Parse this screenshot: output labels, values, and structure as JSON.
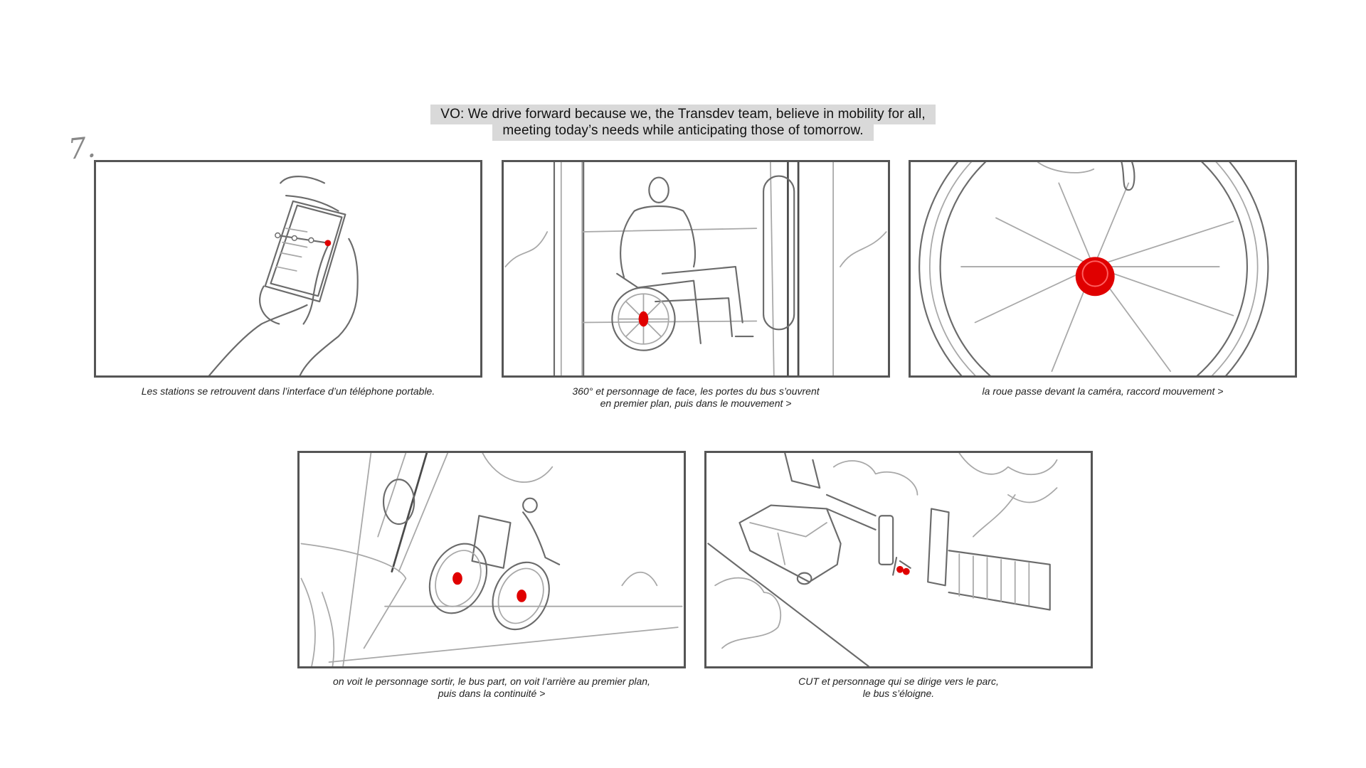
{
  "voiceover": {
    "line1": "VO: We drive forward because we, the Transdev team, believe in mobility for all,",
    "line2": "meeting today’s needs while anticipating those of tomorrow."
  },
  "scene_number": "7.",
  "accent_color": "#e00000",
  "panels": [
    {
      "caption_line1": "Les stations se retrouvent dans l’interface d’un téléphone portable.",
      "caption_line2": ""
    },
    {
      "caption_line1": "360° et personnage de face, les portes du bus s’ouvrent",
      "caption_line2": "en premier plan, puis dans le mouvement >"
    },
    {
      "caption_line1": "la roue passe devant la caméra, raccord mouvement >",
      "caption_line2": ""
    },
    {
      "caption_line1": "on voit le personnage sortir, le bus part, on voit l’arrière au premier plan,",
      "caption_line2": "puis dans la continuité >"
    },
    {
      "caption_line1": "CUT et personnage qui se dirige vers le parc,",
      "caption_line2": "le bus s’éloigne."
    }
  ]
}
